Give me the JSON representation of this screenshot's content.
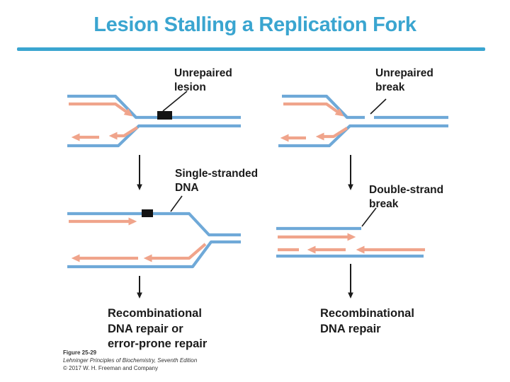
{
  "title": "Lesion Stalling a Replication Fork",
  "labels": {
    "unrepaired_lesion": "Unrepaired\nlesion",
    "unrepaired_break": "Unrepaired\nbreak",
    "single_stranded_dna": "Single-stranded\nDNA",
    "double_strand_break": "Double-strand\nbreak",
    "recombinational_left": "Recombinational\nDNA repair or\nerror-prone repair",
    "recombinational_right": "Recombinational\nDNA repair"
  },
  "caption": {
    "figure": "Figure 25-29",
    "source": "Lehninger Principles of Biochemistry, Seventh Edition",
    "copyright": "© 2017 W. H. Freeman and Company"
  },
  "colors": {
    "accent": "#3aa5d0",
    "strand_blue": "#6fa9d8",
    "strand_salmon": "#f0a48b",
    "lesion": "#141414",
    "ink": "#1b1b1b"
  }
}
